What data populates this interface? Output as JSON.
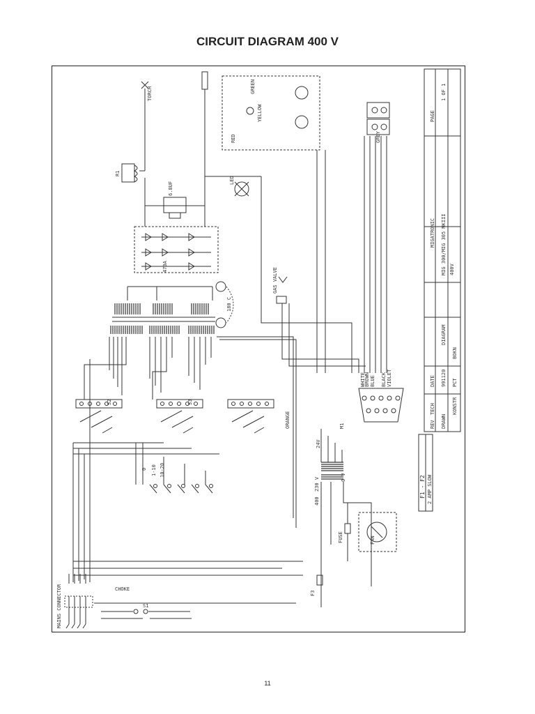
{
  "header": {
    "title": "CIRCUIT DIAGRAM 400 V"
  },
  "footer": {
    "page_number": "11"
  },
  "title_block": {
    "company": "MIGATRONIC",
    "model": "MIG 300/MIG 305 MKIII",
    "drawing_title": "DIAGRAM",
    "voltage": "400V",
    "page_label": "PAGE",
    "page_value": "1 OF 1",
    "date_label": "DATE",
    "date_value": "991120",
    "tech_label": "TECH",
    "konstr_label": "KONSTR",
    "konstr_value": "PCT",
    "rev_label": "REV",
    "drawn_by_label": "DRAWN",
    "drawn_by_value": "BOKN"
  },
  "fuse_box": {
    "label_top": "F1 - F2",
    "label_bottom": "2 AMP SLOW"
  },
  "labels": {
    "m1": "M1",
    "transformer_24v": "24V",
    "voltage_230": "230 V",
    "voltage_400": "400",
    "voltage_0": "0 V",
    "fan": "FAN",
    "fuse": "FUSE",
    "fuse_f3": "F3",
    "gas_valve": "GAS VALVE",
    "mains_connector": "MAINS CONNECTOR",
    "switch_s1": "S1",
    "switch_s2": "S2",
    "switch_s3": "S3",
    "choke": "CHOKE",
    "rectifier": "470A",
    "capacitor": "6.8UF",
    "resistor_r1": "R1",
    "lamp": "LED",
    "thermal": "180 C",
    "range_1_10": "1-10",
    "range_10_20": "10-20",
    "range_0": "0",
    "black": "BLACK",
    "brown": "BROWN",
    "blue": "BLUE",
    "orange": "ORANGE",
    "white": "WHITE",
    "violet": "VIOLET",
    "grey": "GREY",
    "red": "RED",
    "green": "GREEN",
    "yellow": "YELLOW",
    "torch": "TORCH"
  }
}
